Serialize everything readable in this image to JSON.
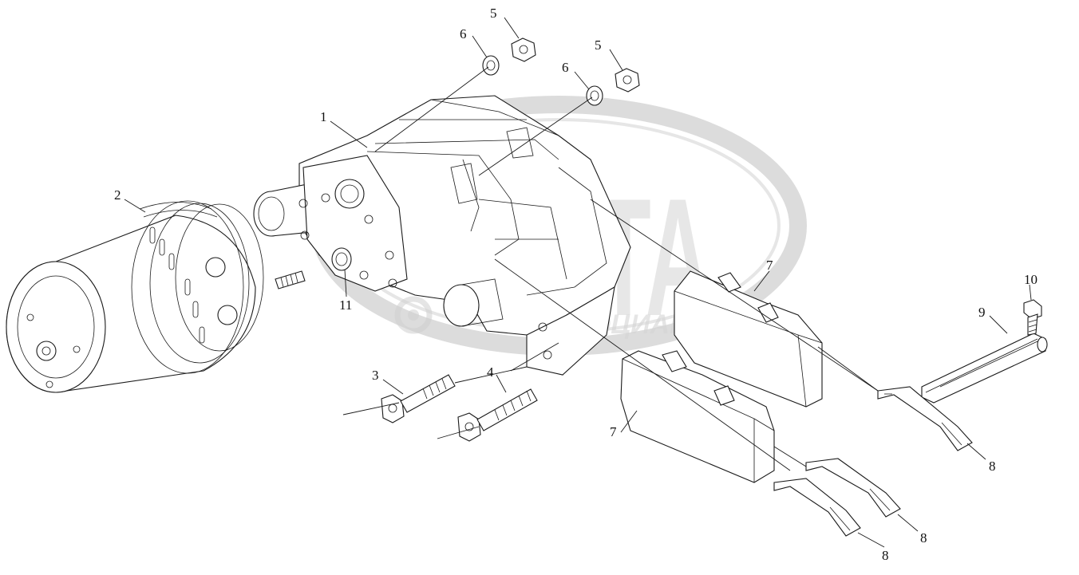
{
  "watermark": {
    "brand": "АСТА",
    "subtitle": "АССОЦИАЦИЯ"
  },
  "callouts": [
    {
      "id": "c1",
      "text": "1"
    },
    {
      "id": "c2",
      "text": "2"
    },
    {
      "id": "c3",
      "text": "3"
    },
    {
      "id": "c4",
      "text": "4"
    },
    {
      "id": "c5a",
      "text": "5"
    },
    {
      "id": "c5b",
      "text": "5"
    },
    {
      "id": "c6a",
      "text": "6"
    },
    {
      "id": "c6b",
      "text": "6"
    },
    {
      "id": "c7a",
      "text": "7"
    },
    {
      "id": "c7b",
      "text": "7"
    },
    {
      "id": "c8a",
      "text": "8"
    },
    {
      "id": "c8b",
      "text": "8"
    },
    {
      "id": "c8c",
      "text": "8"
    },
    {
      "id": "c9",
      "text": "9"
    },
    {
      "id": "c10",
      "text": "10"
    },
    {
      "id": "c11",
      "text": "11"
    }
  ]
}
